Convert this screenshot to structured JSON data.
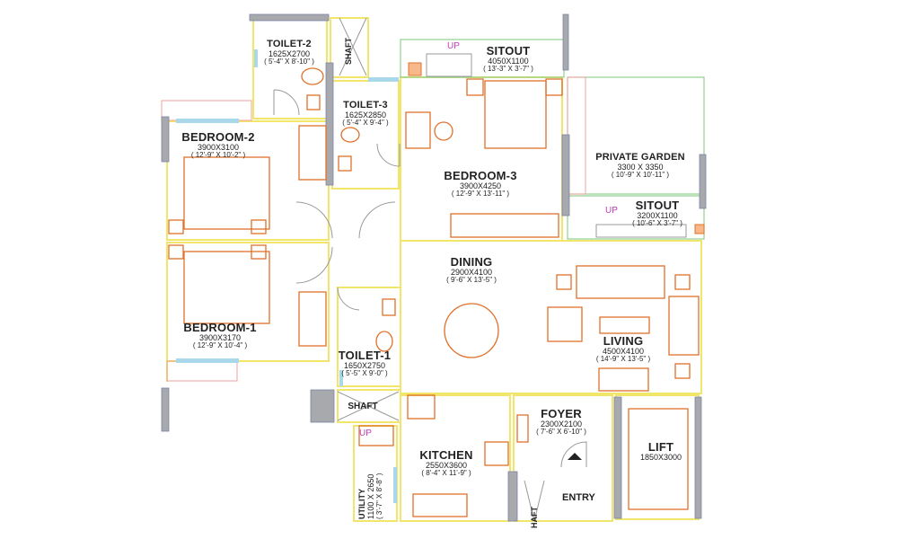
{
  "rooms": [
    {
      "name": "TOILET-2",
      "size": "1625X2700",
      "imperial": "( 5'-4\" X 8'-10\" )"
    },
    {
      "name": "TOILET-3",
      "size": "1625X2850",
      "imperial": "( 5'-4\" X 9'-4\" )"
    },
    {
      "name": "SITOUT",
      "size": "4050X1100",
      "imperial": "( 13'-3\" X 3'-7\" )"
    },
    {
      "name": "BEDROOM-2",
      "size": "3900X3100",
      "imperial": "( 12'-9\" X 10'-2\" )"
    },
    {
      "name": "BEDROOM-3",
      "size": "3900X4250",
      "imperial": "( 12'-9\" X 13'-11\" )"
    },
    {
      "name": "PRIVATE GARDEN",
      "size": "3300 X 3350",
      "imperial": "( 10'-9\" X 10'-11\" )"
    },
    {
      "name": "SITOUT",
      "size": "3200X1100",
      "imperial": "( 10'-6\" X 3'-7\" )"
    },
    {
      "name": "DINING",
      "size": "2900X4100",
      "imperial": "( 9'-6\" X 13'-5\" )"
    },
    {
      "name": "BEDROOM-1",
      "size": "3900X3170",
      "imperial": "( 12'-9\" X 10'-4\" )"
    },
    {
      "name": "LIVING",
      "size": "4500X4100",
      "imperial": "( 14'-9\" X 13'-5\" )"
    },
    {
      "name": "TOILET-1",
      "size": "1650X2750",
      "imperial": "( 5'-5\" X 9'-0\" )"
    },
    {
      "name": "FOYER",
      "size": "2300X2100",
      "imperial": "( 7'-6\" X 6'-10\" )"
    },
    {
      "name": "KITCHEN",
      "size": "2550X3600",
      "imperial": "( 8'-4\" X 11'-9\" )"
    },
    {
      "name": "LIFT",
      "size": "1850X3000",
      "imperial": ""
    }
  ],
  "utility": {
    "name": "UTILITY",
    "size": "1100 X 2650",
    "imperial": "( 3'-7\" X 8'-8\" )"
  },
  "labels": {
    "shaft": "SHAFT",
    "shaft_bottom": "HAFT",
    "up": "UP",
    "entry": "ENTRY"
  },
  "colors": {
    "wall": "#f5e97a",
    "wall_block": "#a7a9ac",
    "furniture": "#e0702a",
    "garden": "#8fd08f",
    "window": "#a8d8ea",
    "up": "#c23ab8"
  }
}
